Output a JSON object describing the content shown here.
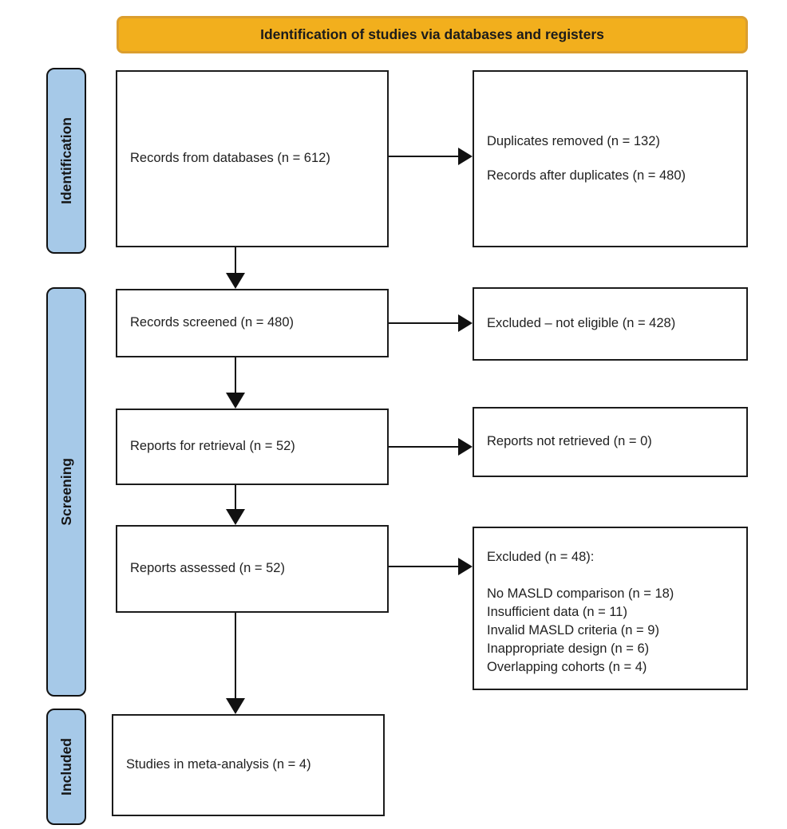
{
  "banner": {
    "label": "Identification of studies via databases and registers"
  },
  "stages": {
    "identification": "Identification",
    "screening": "Screening",
    "included": "Included"
  },
  "boxes": {
    "records_from_databases": "Records from databases (n = 612)",
    "duplicates_removed": {
      "line1": "Duplicates removed (n = 132)",
      "line2": "Records after duplicates (n = 480)"
    },
    "records_screened": "Records screened (n = 480)",
    "excluded_not_eligible": "Excluded – not eligible (n = 428)",
    "reports_for_retrieval": "Reports for retrieval (n = 52)",
    "reports_not_retrieved": "Reports not retrieved (n = 0)",
    "reports_assessed": "Reports assessed (n = 52)",
    "excluded_reasons": {
      "header": "Excluded (n = 48):",
      "reasons": [
        "No MASLD comparison (n = 18)",
        "Insufficient data (n = 11)",
        "Invalid MASLD criteria (n = 9)",
        "Inappropriate design (n = 6)",
        "Overlapping cohorts (n = 4)"
      ]
    },
    "studies_in_meta_analysis": "Studies in meta-analysis (n = 4)"
  },
  "colors": {
    "banner_fill": "#F2AF1D",
    "banner_border": "#DB9E2E",
    "stage_fill": "#A6C9E8",
    "box_border": "#1C1C1C",
    "arrow": "#111111",
    "text": "#1F1F1F"
  }
}
